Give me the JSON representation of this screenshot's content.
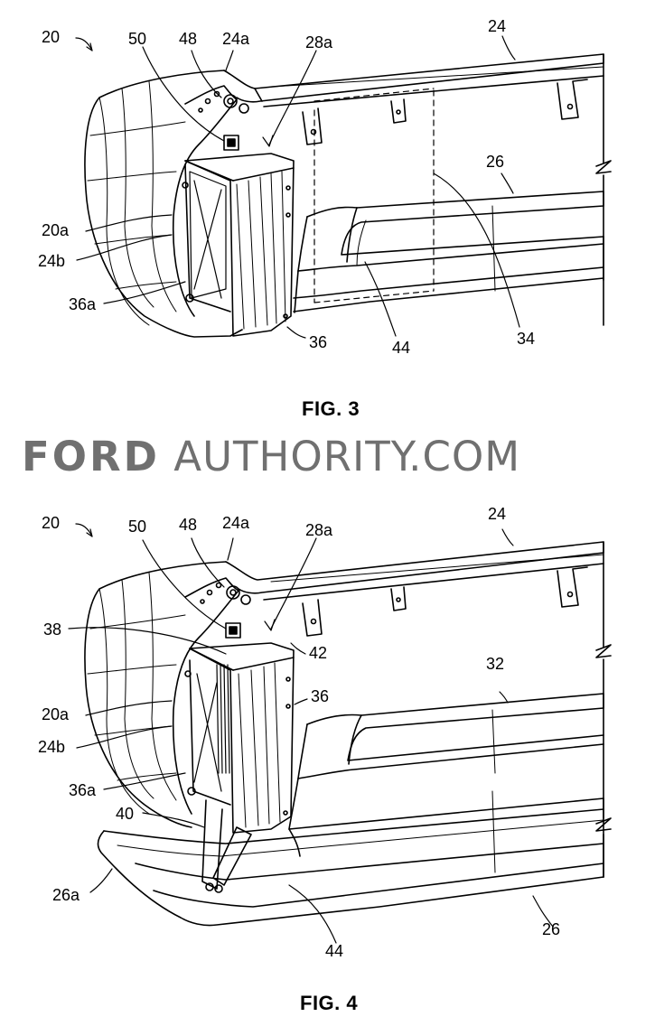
{
  "fig3": {
    "caption": "FIG. 3",
    "labels": {
      "l20": "20",
      "l50": "50",
      "l48": "48",
      "l24a": "24a",
      "l28a": "28a",
      "l24": "24",
      "l26": "26",
      "l20a": "20a",
      "l24b": "24b",
      "l36a": "36a",
      "l36": "36",
      "l44": "44",
      "l34": "34"
    }
  },
  "fig4": {
    "caption": "FIG. 4",
    "labels": {
      "l20": "20",
      "l50": "50",
      "l48": "48",
      "l24a": "24a",
      "l28a": "28a",
      "l24": "24",
      "l38": "38",
      "l42": "42",
      "l32": "32",
      "l36": "36",
      "l20a": "20a",
      "l24b": "24b",
      "l36a": "36a",
      "l40": "40",
      "l26a": "26a",
      "l44": "44",
      "l26": "26"
    }
  },
  "watermark": {
    "brand": "FORD",
    "rest": " AUTHORITY.COM"
  }
}
